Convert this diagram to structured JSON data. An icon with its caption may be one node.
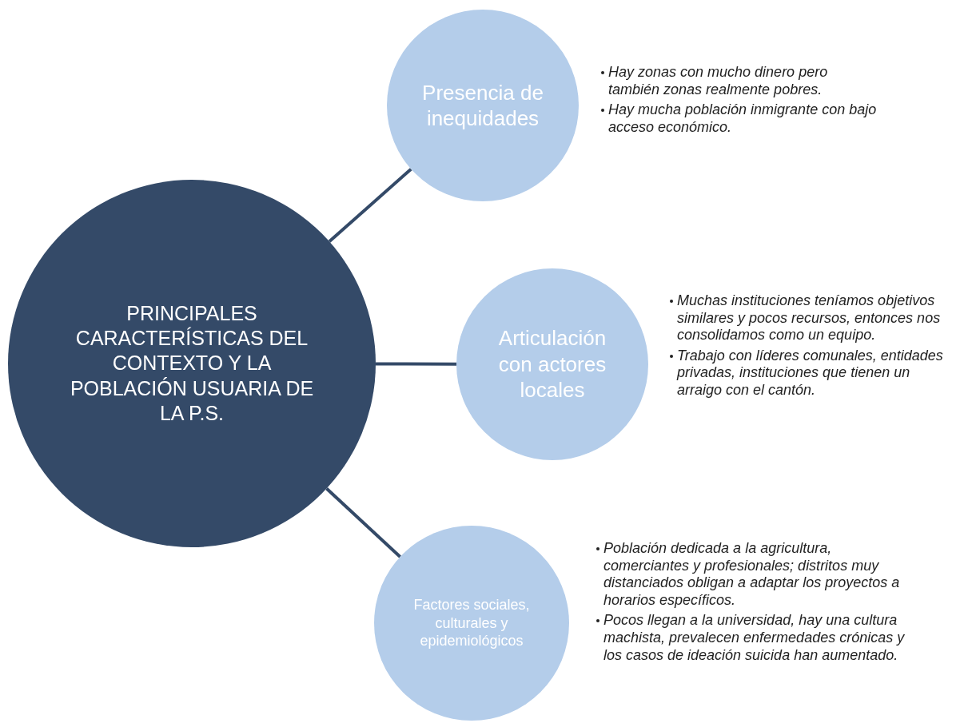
{
  "diagram": {
    "nodes": [
      {
        "text": [
          "PRINCIPALES CARACTERÍSTICAS DEL CONTEXTO Y LA POBLACIÓN USUARIA DE LA P.S."
        ]
      },
      {
        "text": [
          "Presencia de inequidades"
        ],
        "beside": [
          "Hay zonas con mucho dinero pero también zonas realmente pobres.",
          "Hay mucha población inmigrante con bajo acceso económico."
        ]
      },
      {
        "text": [
          "Articulación con actores locales"
        ],
        "beside": [
          "Muchas instituciones teníamos objetivos similares y pocos recursos, entonces nos consolidamos como un equipo.",
          "Trabajo con líderes comunales, entidades privadas, instituciones que tienen un arraigo con el cantón."
        ]
      },
      {
        "text": [
          "Factores sociales, culturales y epidemiológicos"
        ],
        "beside": [
          "Población dedicada a la agricultura, comerciantes y profesionales; distritos muy distanciados obligan a adaptar los proyectos a horarios específicos.",
          "Pocos llegan a la universidad, hay una cultura machista, prevalecen enfermedades crónicas y los casos de ideación suicida han aumentado."
        ]
      }
    ],
    "edges": [
      {
        "from": 0,
        "to": 1,
        "arrow": "none"
      },
      {
        "from": 0,
        "to": 2,
        "arrow": "none"
      },
      {
        "from": 0,
        "to": 3,
        "arrow": "none"
      }
    ]
  }
}
